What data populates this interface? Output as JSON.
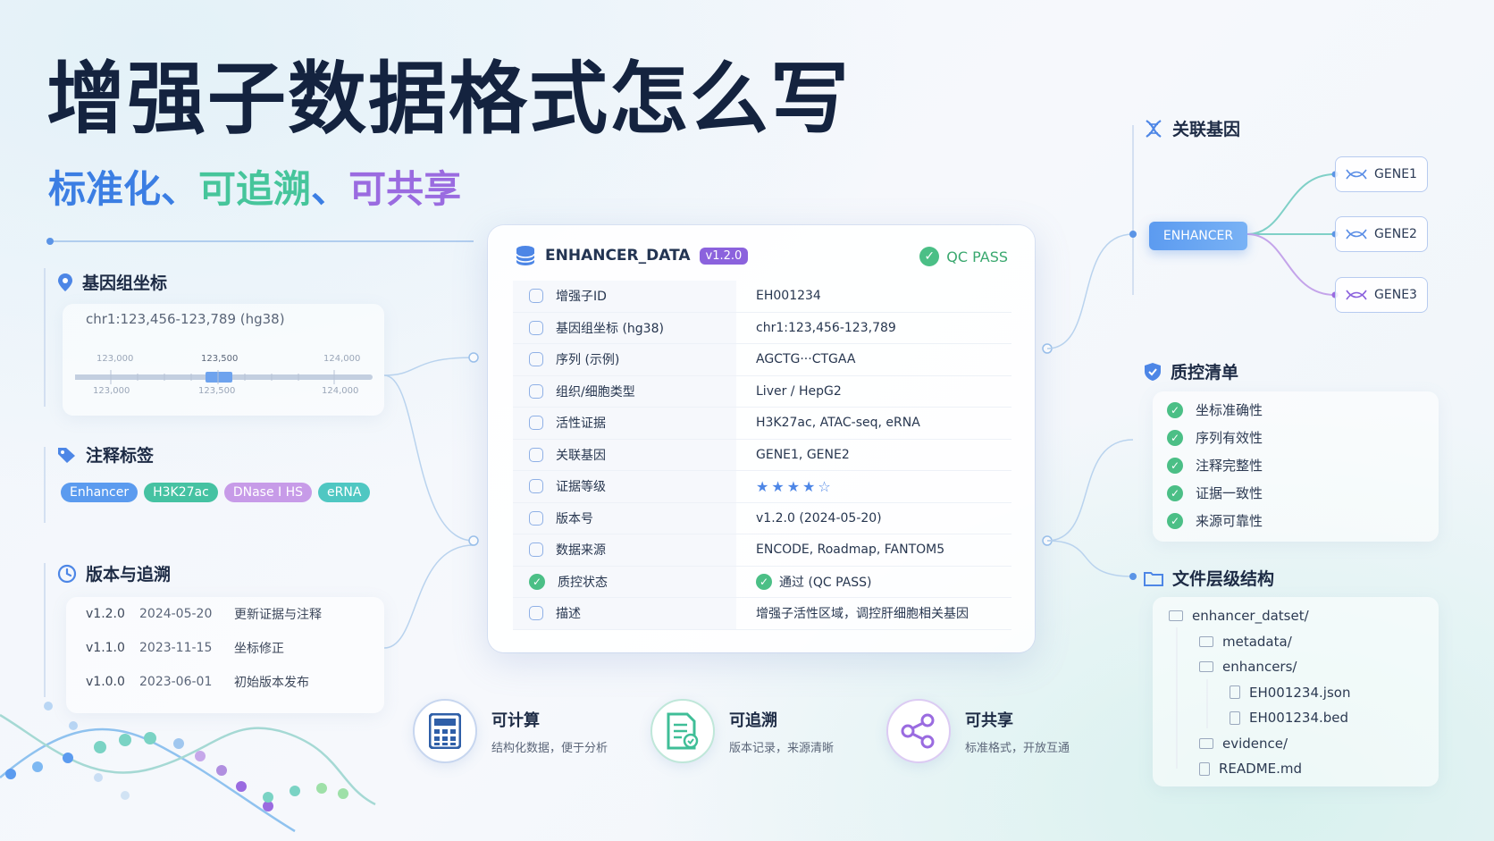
{
  "header": {
    "title": "增强子数据格式怎么写",
    "subtitle": {
      "part1": "标准化",
      "sep1": "、",
      "part2": "可追溯",
      "sep2": "、",
      "part3": "可共享"
    }
  },
  "coords": {
    "title": "基因组坐标",
    "value": "chr1:123,456-123,789 (hg38)",
    "ruler_top": [
      "123,000",
      "123,500",
      "124,000"
    ],
    "ruler_bottom": [
      "123,000",
      "123,500",
      "124,000"
    ]
  },
  "tags": {
    "title": "注释标签",
    "items": [
      {
        "label": "Enhancer",
        "color": "#5b9bef"
      },
      {
        "label": "H3K27ac",
        "color": "#45c2a2"
      },
      {
        "label": "DNase I HS",
        "color": "#c79be8"
      },
      {
        "label": "eRNA",
        "color": "#4fc7c2"
      }
    ]
  },
  "versions": {
    "title": "版本与追溯",
    "rows": [
      {
        "version": "v1.2.0",
        "date": "2024-05-20",
        "note": "更新证据与注释"
      },
      {
        "version": "v1.1.0",
        "date": "2023-11-15",
        "note": "坐标修正"
      },
      {
        "version": "v1.0.0",
        "date": "2023-06-01",
        "note": "初始版本发布"
      }
    ]
  },
  "card": {
    "name": "ENHANCER_DATA",
    "version": "v1.2.0",
    "qc": "QC PASS",
    "rows": [
      {
        "key": "增强子ID",
        "value": "EH001234"
      },
      {
        "key": "基因组坐标 (hg38)",
        "value": "chr1:123,456-123,789"
      },
      {
        "key": "序列 (示例)",
        "value": "AGCTG···CTGAA"
      },
      {
        "key": "组织/细胞类型",
        "value": "Liver / HepG2"
      },
      {
        "key": "活性证据",
        "value": "H3K27ac, ATAC-seq, eRNA"
      },
      {
        "key": "关联基因",
        "value": "GENE1, GENE2"
      },
      {
        "key": "证据等级",
        "value": "★★★★☆"
      },
      {
        "key": "版本号",
        "value": "v1.2.0 (2024-05-20)"
      },
      {
        "key": "数据来源",
        "value": "ENCODE, Roadmap, FANTOM5"
      },
      {
        "key": "质控状态",
        "value": "通过 (QC PASS)"
      },
      {
        "key": "描述",
        "value": "增强子活性区域，调控肝细胞相关基因"
      }
    ]
  },
  "genes": {
    "title": "关联基因",
    "enhancer": "ENHANCER",
    "items": [
      "GENE1",
      "GENE2",
      "GENE3"
    ]
  },
  "qc_list": {
    "title": "质控清单",
    "items": [
      "坐标准确性",
      "序列有效性",
      "注释完整性",
      "证据一致性",
      "来源可靠性"
    ]
  },
  "files": {
    "title": "文件层级结构",
    "items": [
      {
        "name": "enhancer_datset/",
        "type": "folder",
        "level": 0
      },
      {
        "name": "metadata/",
        "type": "folder",
        "level": 1
      },
      {
        "name": "enhancers/",
        "type": "folder",
        "level": 1
      },
      {
        "name": "EH001234.json",
        "type": "file",
        "level": 2
      },
      {
        "name": "EH001234.bed",
        "type": "file",
        "level": 2
      },
      {
        "name": "evidence/",
        "type": "folder",
        "level": 1
      },
      {
        "name": "README.md",
        "type": "file",
        "level": 1
      }
    ]
  },
  "features": [
    {
      "title": "可计算",
      "sub": "结构化数据，便于分析",
      "icon": "calculator-icon",
      "color": "#2f5fa8"
    },
    {
      "title": "可追溯",
      "sub": "版本记录，来源清晰",
      "icon": "document-check-icon",
      "color": "#3fbe97"
    },
    {
      "title": "可共享",
      "sub": "标准格式，开放互通",
      "icon": "share-icon",
      "color": "#9a6be0"
    }
  ]
}
